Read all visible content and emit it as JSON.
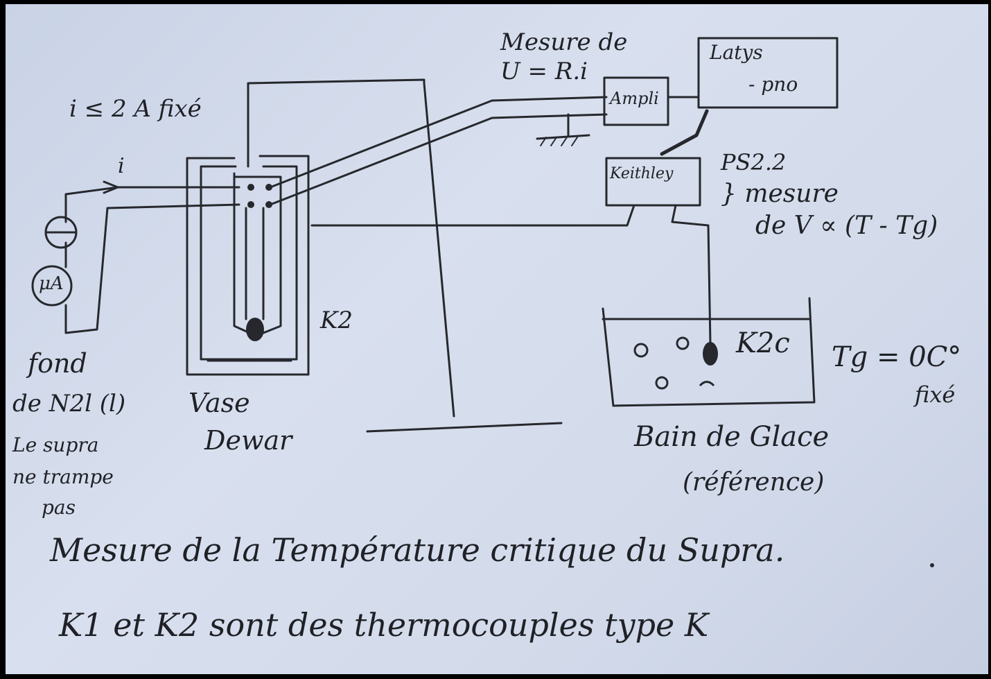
{
  "labels": {
    "mesure_top_1": "Mesure de",
    "mesure_top_2": "U = R.i",
    "latys": "Latys",
    "pno": "- pno",
    "ampli": "Ampli",
    "current_fixed": "i ≤ 2 A fixé",
    "i": "i",
    "keithley": "Keithley",
    "ps": "PS2.2",
    "mesure_right": "} mesure",
    "mesure_right_2": "de V ∝ (T - Tg)",
    "k2": "K2",
    "bath_k2c": "K2c",
    "tg": "Tg = 0C°",
    "tg_fixed": "fixé",
    "fond_1": "fond",
    "fond_2": "de N2l (l)",
    "supra_1": "Le supra",
    "supra_2": "ne trampe",
    "supra_3": "pas",
    "vase_1": "Vase",
    "vase_2": "Dewar",
    "bain_1": "Bain de Glace",
    "bain_2": "(référence)",
    "microamp": "μA",
    "title": "Mesure de la Température critique du Supra.",
    "footer": "K1 et K2 sont des thermocouples type K"
  },
  "colors": {
    "paper": "#d3dbeb",
    "ink": "#1f2126"
  }
}
